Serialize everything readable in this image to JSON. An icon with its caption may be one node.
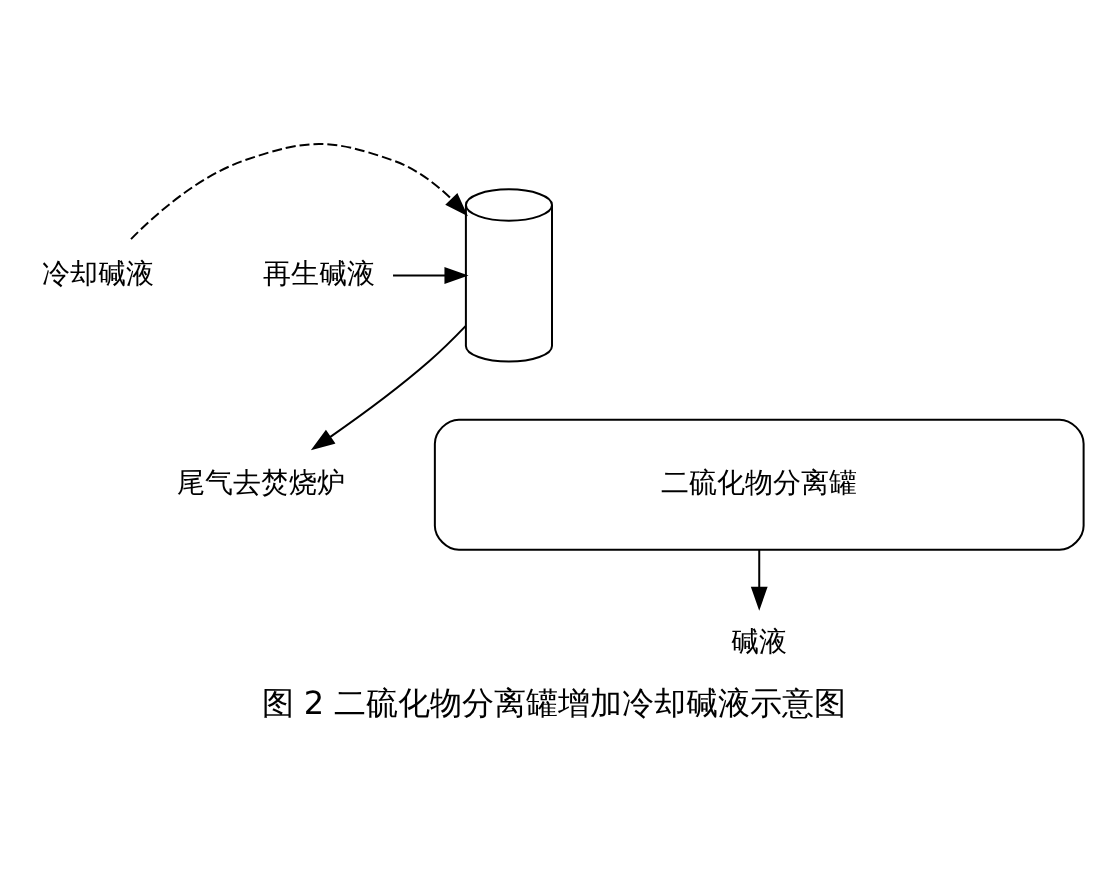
{
  "diagram": {
    "caption": "图 2 二硫化物分离罐增加冷却碱液示意图",
    "nodes": [
      {
        "text": [
          "尾气去焚烧炉"
        ]
      },
      {
        "text": [],
        "shape": "cylinder"
      },
      {
        "text": [
          "冷却碱液"
        ]
      },
      {
        "text": [
          "再生碱液"
        ]
      },
      {
        "text": [
          "二硫化物分离罐"
        ]
      },
      {
        "text": [
          "碱液"
        ]
      }
    ],
    "edges": [
      {
        "from": 1,
        "to": 0,
        "arrow": "to"
      },
      {
        "from": 2,
        "to": 1,
        "arrow": "to",
        "style": "dashed"
      },
      {
        "from": 3,
        "to": 1,
        "arrow": "to"
      },
      {
        "from": 4,
        "to": 5,
        "arrow": "to"
      }
    ]
  }
}
